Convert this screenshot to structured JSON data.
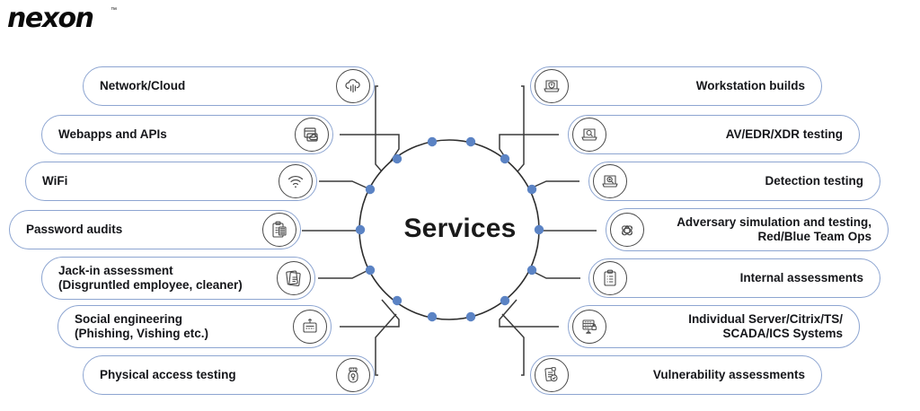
{
  "brand": {
    "name": "nexon",
    "trademark": "™"
  },
  "hub": {
    "label": "Services"
  },
  "colors": {
    "pill_border": "#8da5d1",
    "node_dot": "#5b83c4",
    "connector": "#3a3a3a",
    "text": "#15161a",
    "icon_stroke": "#4a4a4a"
  },
  "left_items": [
    {
      "label": "Network/Cloud",
      "icon": "cloud-signal-icon"
    },
    {
      "label": "Webapps and APIs",
      "icon": "browser-window-cloud-icon"
    },
    {
      "label": "WiFi",
      "icon": "wifi-icon"
    },
    {
      "label": "Password audits",
      "icon": "clipboard-list-icon"
    },
    {
      "label": "Jack-in assessment\n(Disgruntled employee, cleaner)",
      "icon": "network-jack-cards-icon"
    },
    {
      "label": "Social engineering\n(Phishing, Vishing etc.)",
      "icon": "id-badge-icon"
    },
    {
      "label": "Physical access testing",
      "icon": "usb-key-icon"
    }
  ],
  "right_items": [
    {
      "label": "Workstation builds",
      "icon": "laptop-shield-icon"
    },
    {
      "label": "AV/EDR/XDR testing",
      "icon": "laptop-magnifier-icon"
    },
    {
      "label": "Detection testing",
      "icon": "laptop-search-icon"
    },
    {
      "label": "Adversary simulation and testing,\nRed/Blue Team Ops",
      "icon": "lock-network-icon"
    },
    {
      "label": "Internal assessments",
      "icon": "clipboard-checklist-icon"
    },
    {
      "label": "Individual Server/Citrix/TS/\nSCADA/ICS Systems",
      "icon": "server-rack-lock-icon"
    },
    {
      "label": "Vulnerability assessments",
      "icon": "report-check-icon"
    }
  ]
}
